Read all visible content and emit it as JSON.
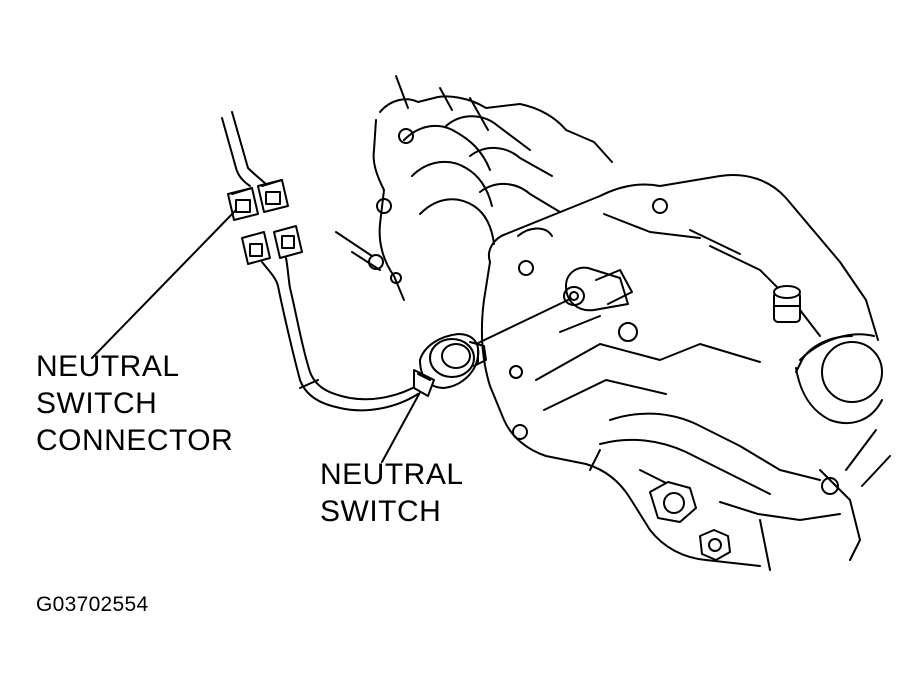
{
  "labels": {
    "connector": [
      "NEUTRAL",
      "SWITCH",
      "CONNECTOR"
    ],
    "switch": [
      "NEUTRAL",
      "SWITCH"
    ]
  },
  "figure_id": "G03702554",
  "colors": {
    "ink": "#000000",
    "paper": "#ffffff"
  }
}
